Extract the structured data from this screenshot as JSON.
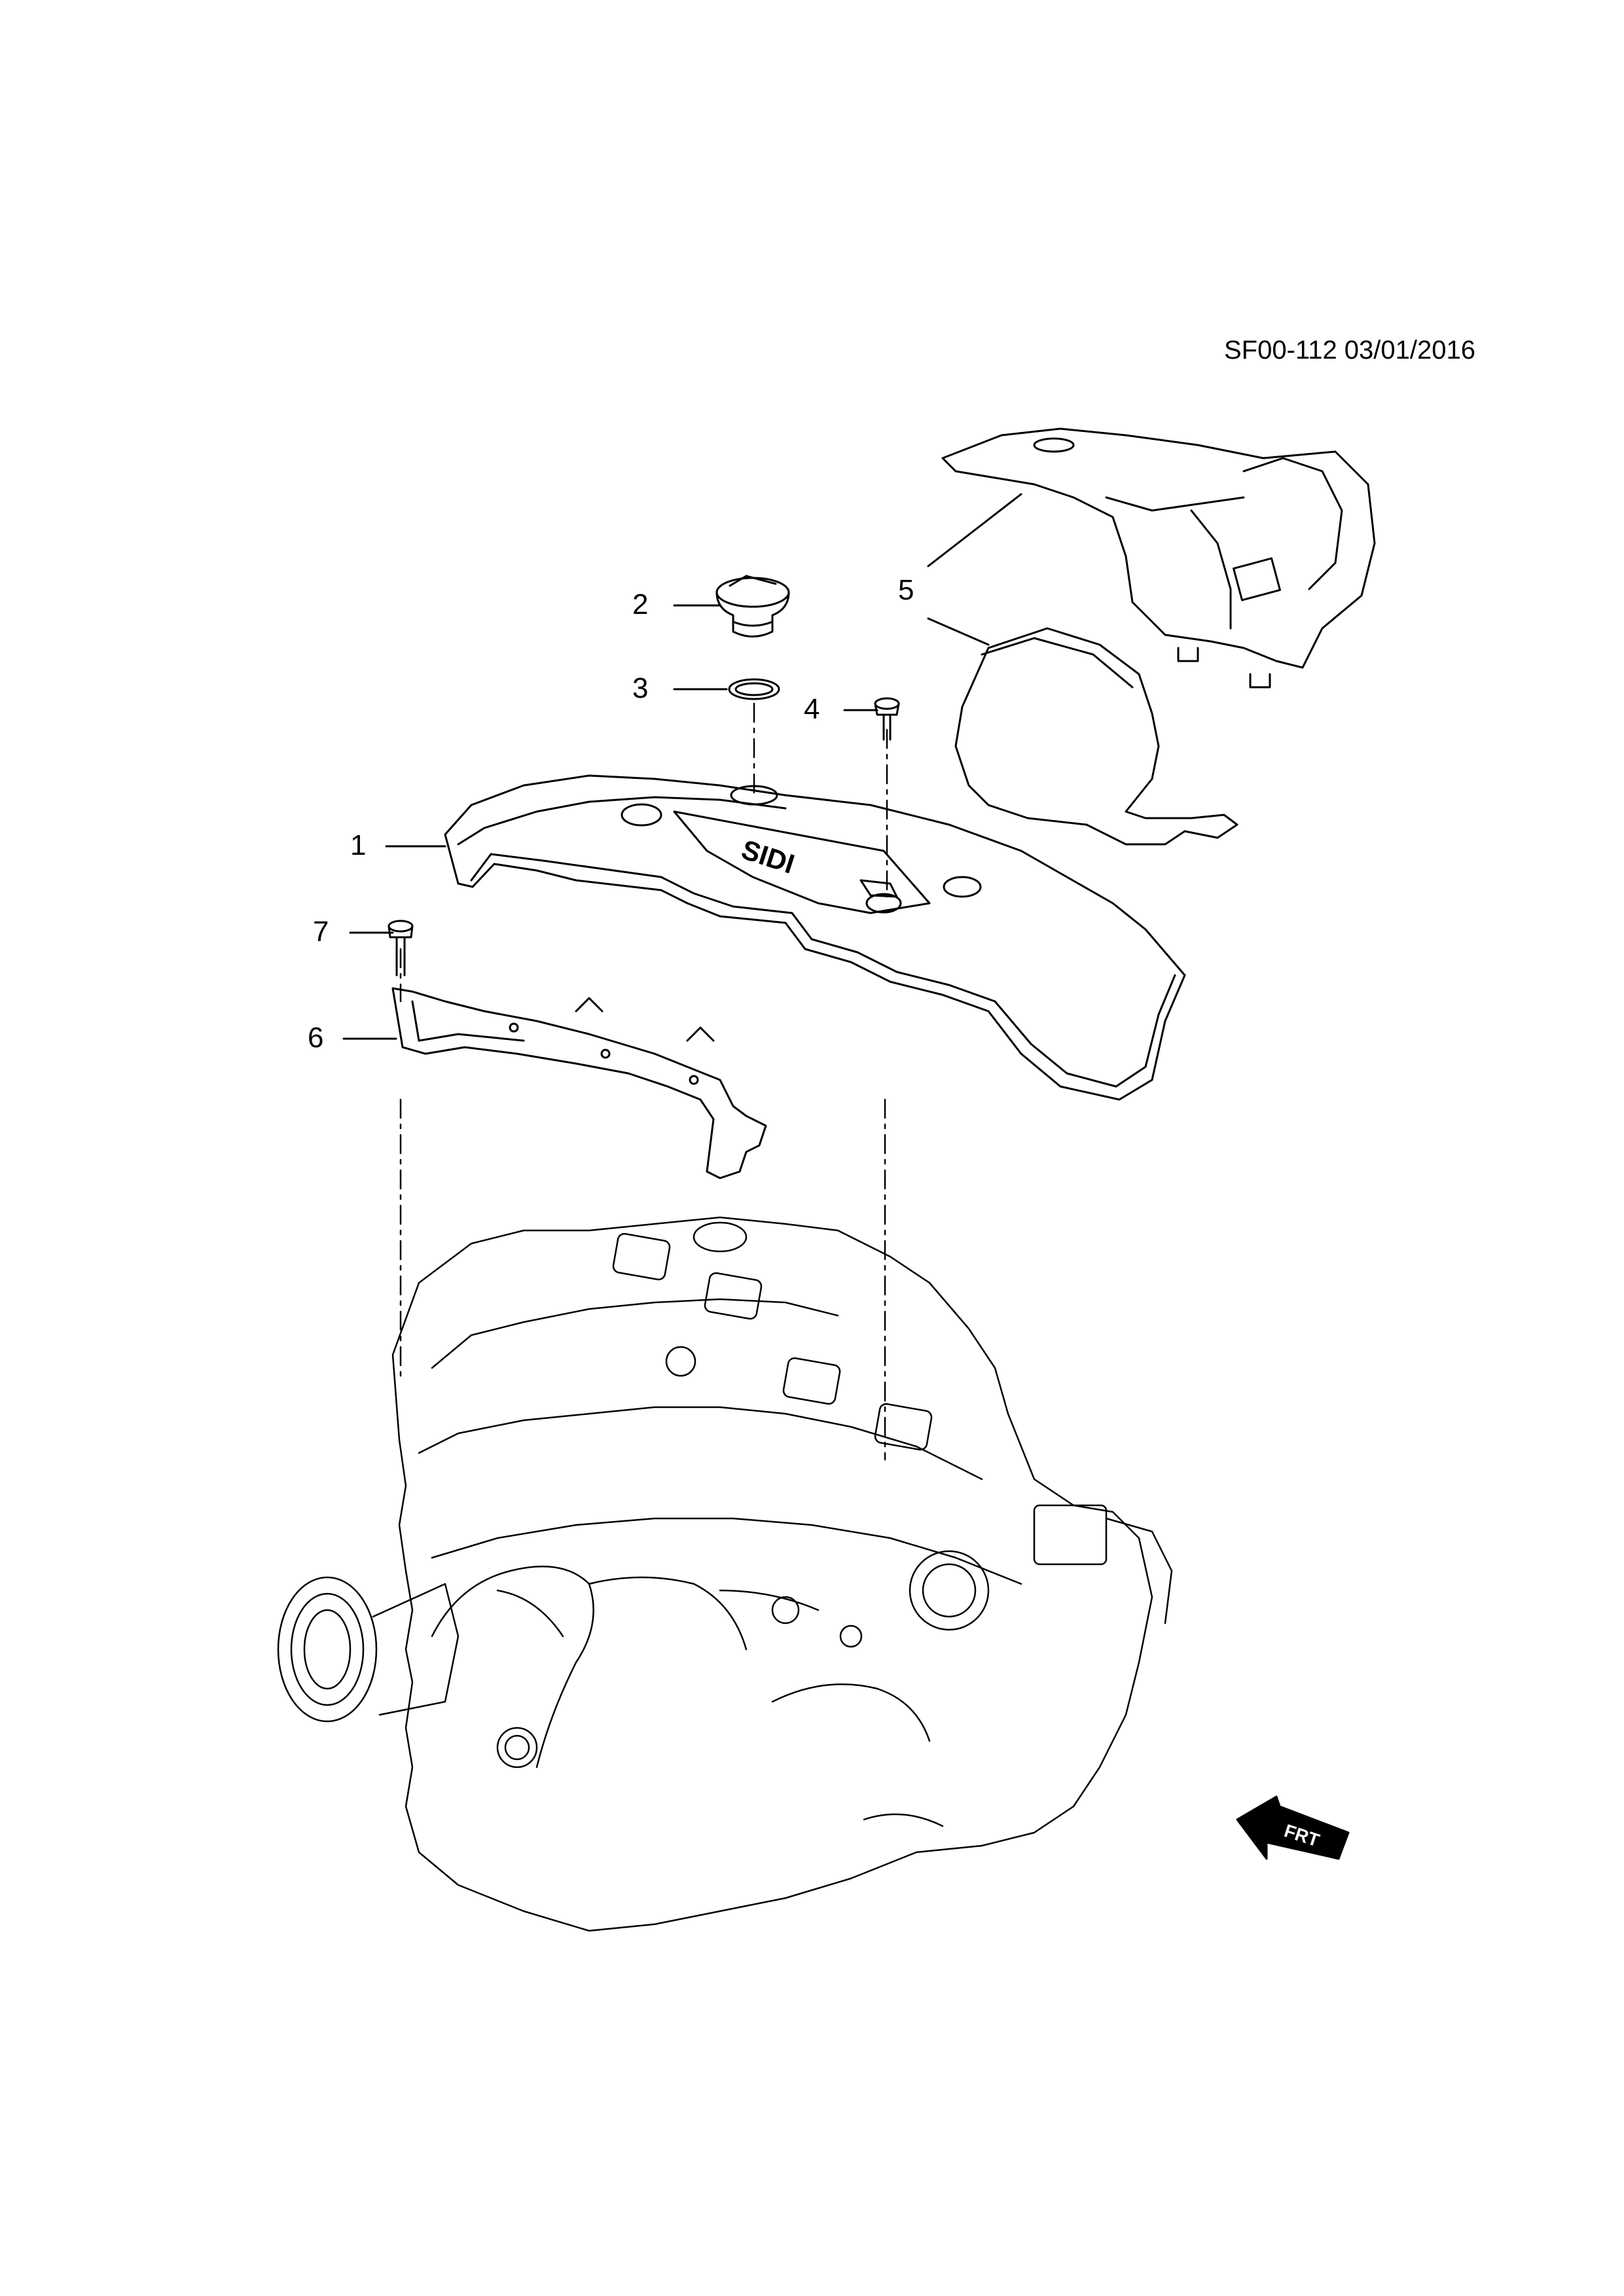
{
  "reference": "SF00-112 03/01/2016",
  "callouts": [
    {
      "id": "1",
      "label": "1"
    },
    {
      "id": "2",
      "label": "2"
    },
    {
      "id": "3",
      "label": "3"
    },
    {
      "id": "4",
      "label": "4"
    },
    {
      "id": "5",
      "label": "5"
    },
    {
      "id": "6",
      "label": "6"
    },
    {
      "id": "7",
      "label": "7"
    }
  ],
  "cover_emblem_text": "SIDI",
  "direction_arrow_text": "FRT"
}
